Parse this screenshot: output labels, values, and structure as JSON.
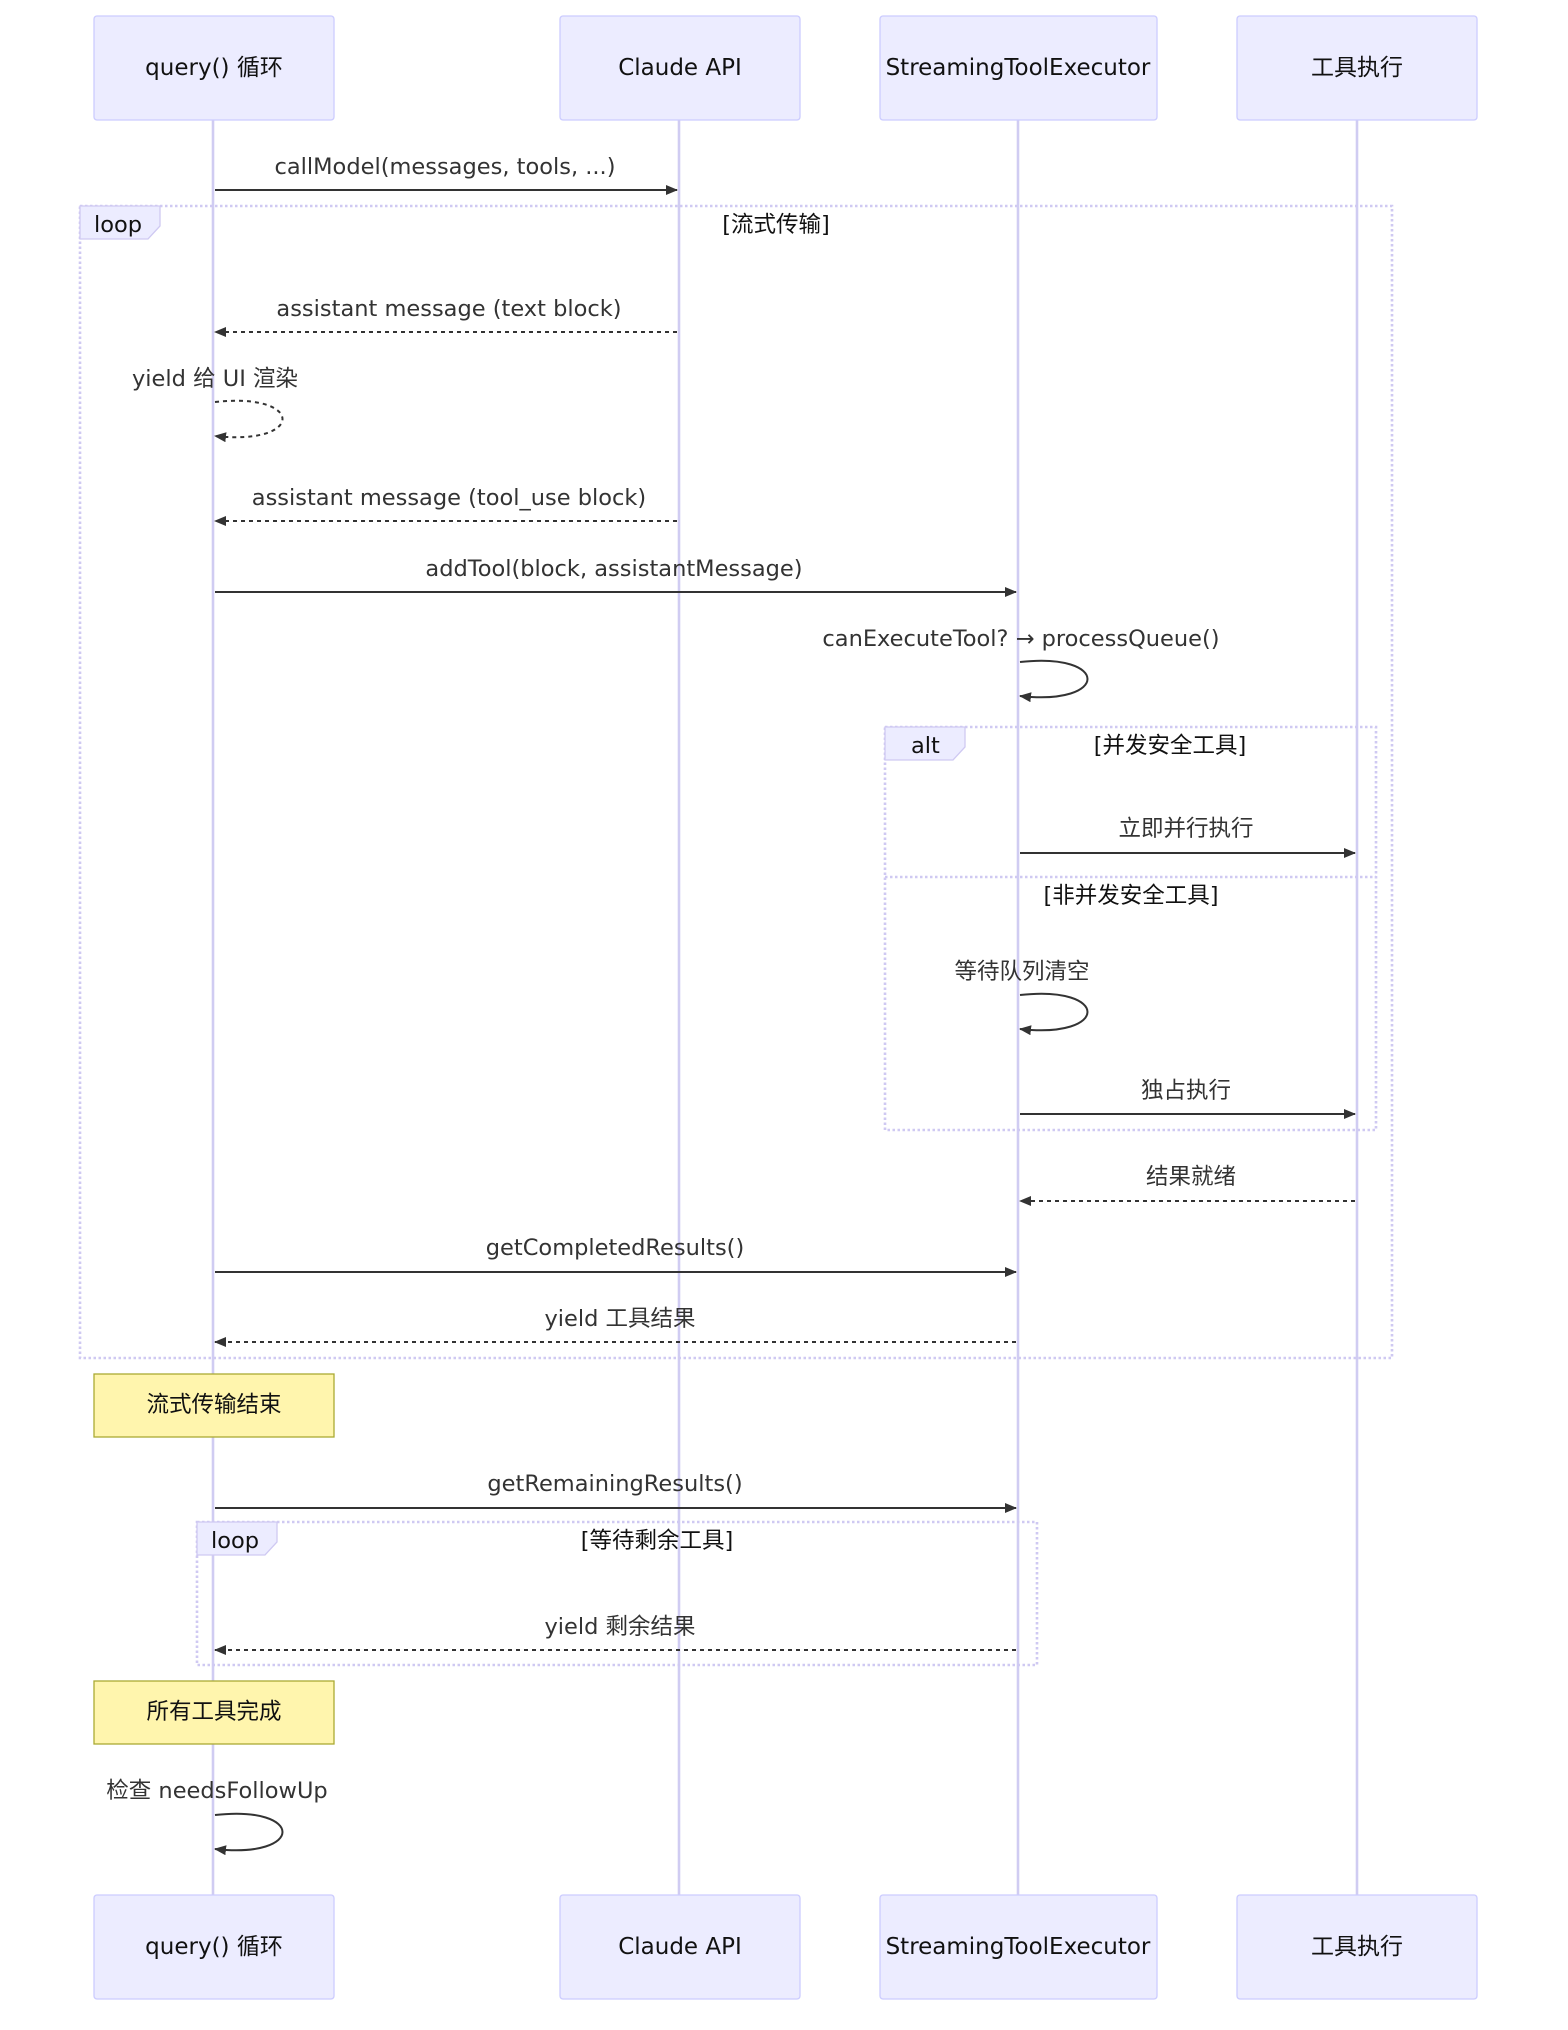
{
  "actors": [
    {
      "label": "query() 循环"
    },
    {
      "label": "Claude API"
    },
    {
      "label": "StreamingToolExecutor"
    },
    {
      "label": "工具执行"
    }
  ],
  "frames": [
    {
      "kind": "loop",
      "condition": "[流式传输]"
    },
    {
      "kind": "alt",
      "condition": "[并发安全工具]",
      "else_condition": "[非并发安全工具]"
    },
    {
      "kind": "loop",
      "condition": "[等待剩余工具]"
    }
  ],
  "messages": [
    {
      "label": "callModel(messages, tools, ...)",
      "from": 0,
      "to": 1,
      "style": "solid"
    },
    {
      "label": "assistant message (text block)",
      "from": 1,
      "to": 0,
      "style": "dashed"
    },
    {
      "label": "yield 给 UI 渲染",
      "from": 0,
      "to": 0,
      "style": "dashed"
    },
    {
      "label": "assistant message (tool_use block)",
      "from": 1,
      "to": 0,
      "style": "dashed"
    },
    {
      "label": "addTool(block, assistantMessage)",
      "from": 0,
      "to": 2,
      "style": "solid"
    },
    {
      "label": "canExecuteTool? → processQueue()",
      "from": 2,
      "to": 2,
      "style": "solid"
    },
    {
      "label": "立即并行执行",
      "from": 2,
      "to": 3,
      "style": "solid"
    },
    {
      "label": "等待队列清空",
      "from": 2,
      "to": 2,
      "style": "solid"
    },
    {
      "label": "独占执行",
      "from": 2,
      "to": 3,
      "style": "solid"
    },
    {
      "label": "结果就绪",
      "from": 3,
      "to": 2,
      "style": "dashed"
    },
    {
      "label": "getCompletedResults()",
      "from": 0,
      "to": 2,
      "style": "solid"
    },
    {
      "label": "yield 工具结果",
      "from": 2,
      "to": 0,
      "style": "dashed"
    },
    {
      "label": "getRemainingResults()",
      "from": 0,
      "to": 2,
      "style": "solid"
    },
    {
      "label": "yield 剩余结果",
      "from": 2,
      "to": 0,
      "style": "dashed"
    },
    {
      "label": "检查 needsFollowUp",
      "from": 0,
      "to": 0,
      "style": "solid"
    }
  ],
  "notes": [
    {
      "label": "流式传输结束",
      "over": 0
    },
    {
      "label": "所有工具完成",
      "over": 0
    }
  ],
  "colors": {
    "actor_fill": "#ececff",
    "actor_stroke": "#ccccff",
    "lifeline": "#d0ccf2",
    "frame_stroke": "#cfc9f2",
    "note_fill": "#fff5ad",
    "note_stroke": "#aaaa33",
    "arrow": "#333333"
  }
}
